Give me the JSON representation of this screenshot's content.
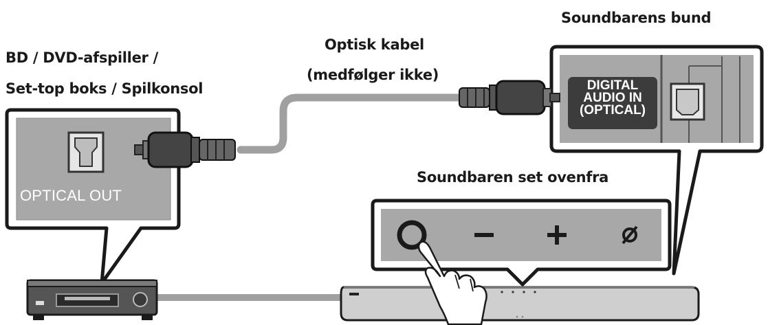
{
  "source_device": {
    "label_line1": "BD / DVD-afspiller /",
    "label_line2": "Set-top boks / Spilkonsol",
    "port_label": "OPTICAL OUT"
  },
  "cable": {
    "label_line1": "Optisk kabel",
    "label_line2": "(medfølger ikke)"
  },
  "soundbar_bottom": {
    "title": "Soundbarens bund",
    "port_label_line1": "DIGITAL",
    "port_label_line2": "AUDIO IN",
    "port_label_line3": "(OPTICAL)"
  },
  "soundbar_top": {
    "title": "Soundbaren set ovenfra",
    "buttons": [
      {
        "name": "power",
        "glyph": "O"
      },
      {
        "name": "volume-down",
        "glyph": "−"
      },
      {
        "name": "volume-up",
        "glyph": "+"
      },
      {
        "name": "bluetooth",
        "glyph": "ø"
      }
    ]
  },
  "colors": {
    "panel_gray": "#a9a9a9",
    "dark_panel": "#3a3a3a",
    "cable_gray": "#9e9e9e"
  }
}
